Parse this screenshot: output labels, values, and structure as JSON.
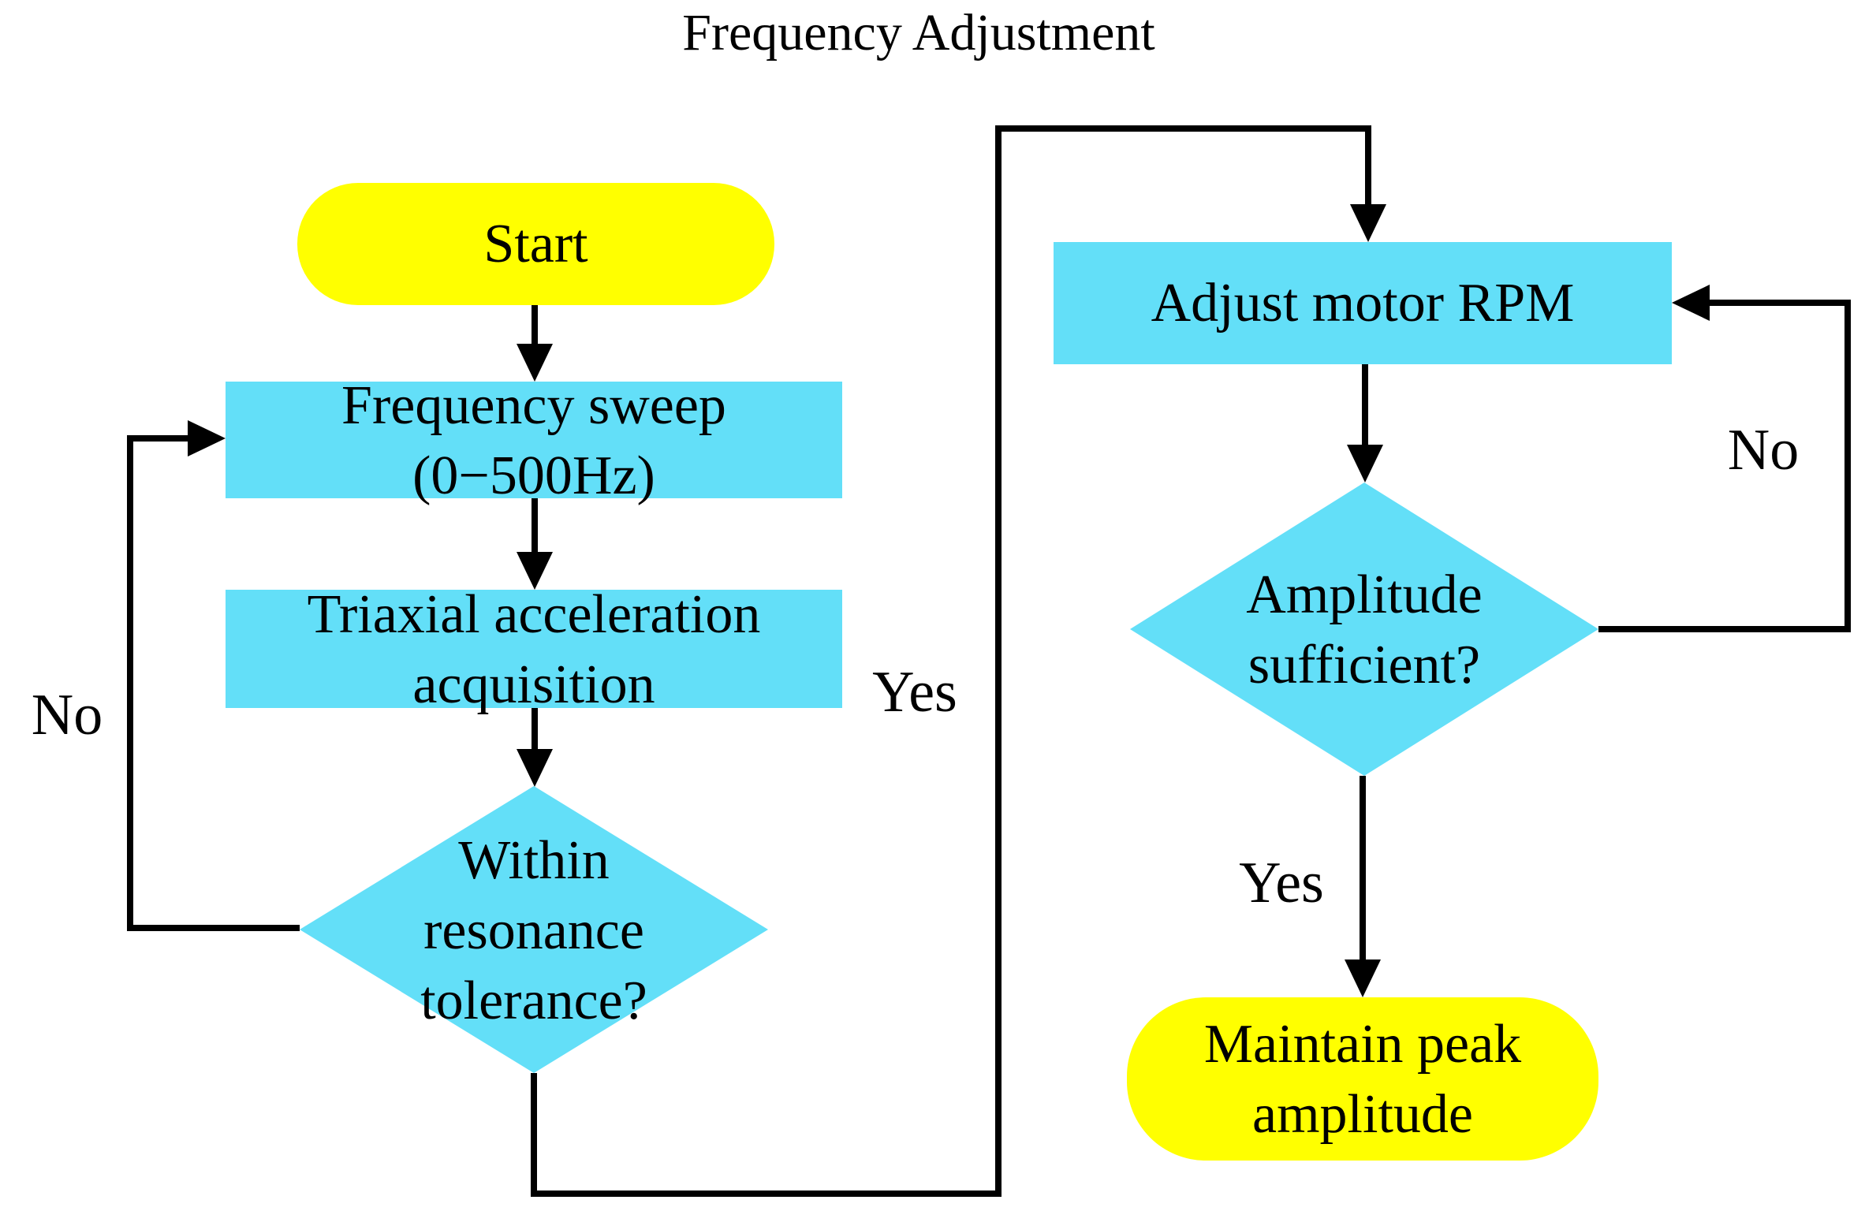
{
  "title": "Frequency Adjustment",
  "colors": {
    "process_fill": "#63dff8",
    "terminal_fill": "#ffff00",
    "line": "#000000",
    "text": "#000000"
  },
  "nodes": {
    "start": {
      "label": "Start"
    },
    "freq_sweep": {
      "line1": "Frequency sweep",
      "line2": "(0−500Hz)"
    },
    "triaxial": {
      "line1": "Triaxial acceleration",
      "line2": "acquisition"
    },
    "resonance_decision": {
      "line1": "Within",
      "line2": "resonance",
      "line3": "tolerance?"
    },
    "adjust_rpm": {
      "label": "Adjust motor RPM"
    },
    "amplitude_decision": {
      "line1": "Amplitude",
      "line2": "sufficient?"
    },
    "maintain": {
      "line1": "Maintain peak",
      "line2": "amplitude"
    }
  },
  "edge_labels": {
    "resonance_no": "No",
    "resonance_yes": "Yes",
    "amplitude_no": "No",
    "amplitude_yes": "Yes"
  }
}
